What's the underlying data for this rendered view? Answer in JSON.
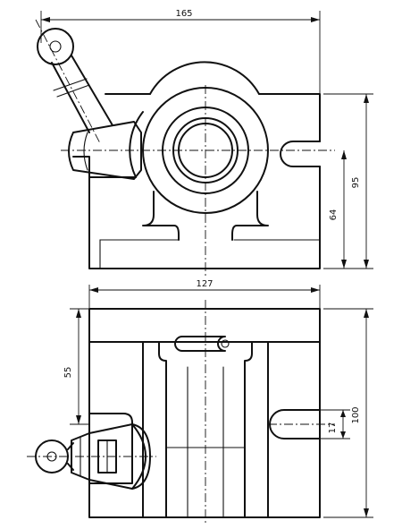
{
  "dimensions": {
    "top_overall_width": "165",
    "top_height_overall": "95",
    "top_height_center": "64",
    "bottom_overall_width": "127",
    "bottom_slot_height": "55",
    "bottom_overall_height": "100",
    "bottom_slot_width": "17"
  }
}
